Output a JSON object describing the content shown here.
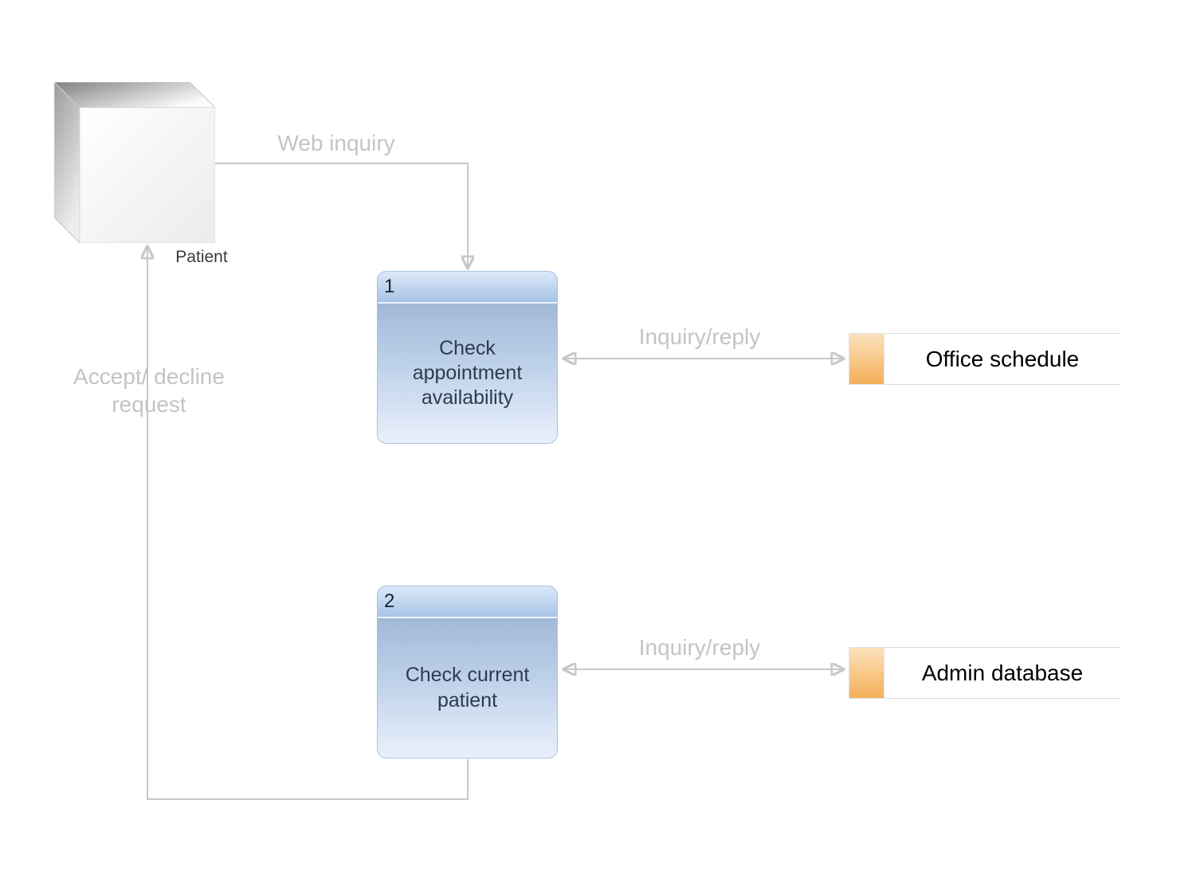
{
  "diagram": {
    "type": "data-flow-diagram",
    "entities": [
      {
        "id": "patient",
        "shape": "3d-box",
        "label": "Patient"
      }
    ],
    "processes": [
      {
        "number": "1",
        "label": "Check appointment availability"
      },
      {
        "number": "2",
        "label": "Check current patient"
      }
    ],
    "datastores": [
      {
        "label": "Office schedule"
      },
      {
        "label": "Admin database"
      }
    ],
    "flows": [
      {
        "label": "Web inquiry",
        "from": "Patient",
        "to": "Check appointment availability",
        "bidirectional": false
      },
      {
        "label": "Inquiry/reply",
        "from": "Check appointment availability",
        "to": "Office schedule",
        "bidirectional": true
      },
      {
        "label": "Inquiry/reply",
        "from": "Check current patient",
        "to": "Admin database",
        "bidirectional": true
      },
      {
        "label": "Accept/ decline request",
        "from": "Check current patient",
        "to": "Patient",
        "bidirectional": false
      }
    ],
    "colors": {
      "process_fill_top": "#93accd",
      "process_fill_bottom": "#e9f0fb",
      "process_header_top": "#dce9f8",
      "process_header_bottom": "#a7c4e6",
      "datastore_tab_top": "#fce2bd",
      "datastore_tab_bottom": "#f4af58",
      "connector_line": "#c8c8c8",
      "arrowhead": "#a5a5a5",
      "flow_label_text": "#c4c4c4"
    }
  }
}
